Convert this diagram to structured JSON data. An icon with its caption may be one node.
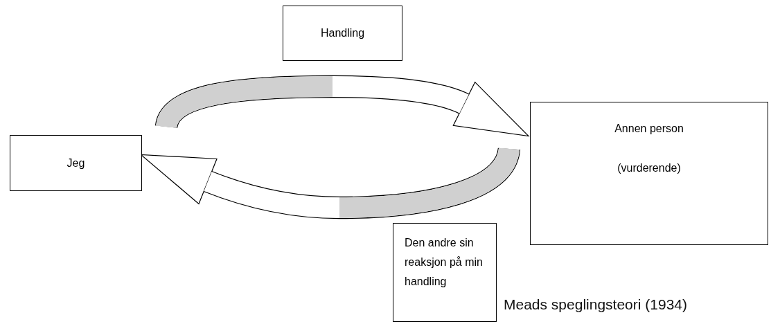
{
  "diagram": {
    "caption": "Meads speglingsteori (1934)",
    "nodes": [
      {
        "text": [
          "Handling"
        ]
      },
      {
        "text": [
          "Jeg"
        ]
      },
      {
        "text": [
          "Annen person",
          "(vurderende)"
        ]
      },
      {
        "text": [
          "Den andre sin reaksjon på min handling"
        ]
      }
    ],
    "edges": [
      {
        "from": 1,
        "to": 2,
        "arrow": "to"
      },
      {
        "from": 2,
        "to": 1,
        "arrow": "to"
      }
    ]
  }
}
